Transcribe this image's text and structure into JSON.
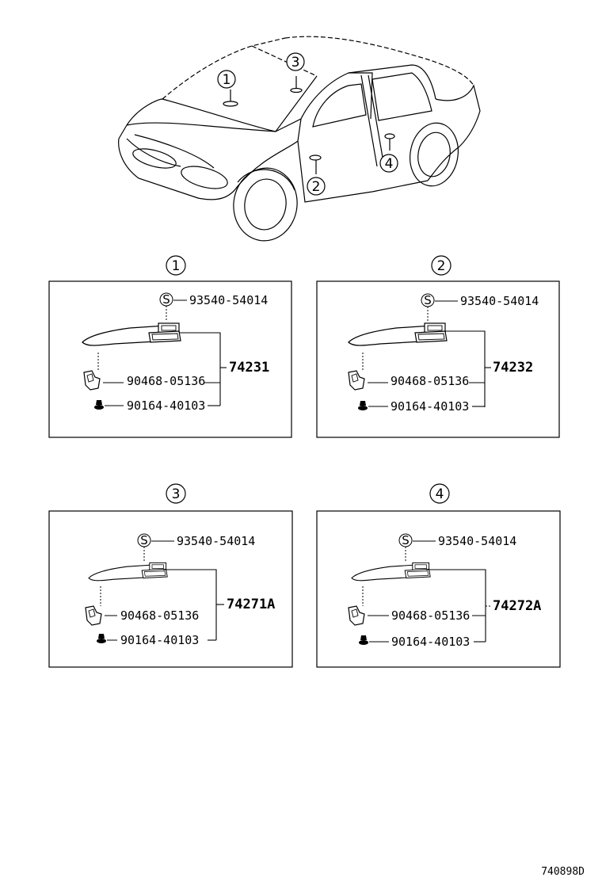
{
  "car_callouts": [
    "1",
    "3",
    "2",
    "4"
  ],
  "panels": [
    {
      "id": "1",
      "bolt_symbol": "S",
      "part_top": "93540-54014",
      "part_assembly": "74231",
      "part_clip": "90468-05136",
      "part_screw": "90164-40103"
    },
    {
      "id": "2",
      "bolt_symbol": "S",
      "part_top": "93540-54014",
      "part_assembly": "74232",
      "part_clip": "90468-05136",
      "part_screw": "90164-40103"
    },
    {
      "id": "3",
      "bolt_symbol": "S",
      "part_top": "93540-54014",
      "part_assembly": "74271A",
      "part_clip": "90468-05136",
      "part_screw": "90164-40103"
    },
    {
      "id": "4",
      "bolt_symbol": "S",
      "part_top": "93540-54014",
      "part_assembly": "74272A",
      "part_clip": "90468-05136",
      "part_screw": "90164-40103"
    }
  ],
  "reference_code": "740898D"
}
